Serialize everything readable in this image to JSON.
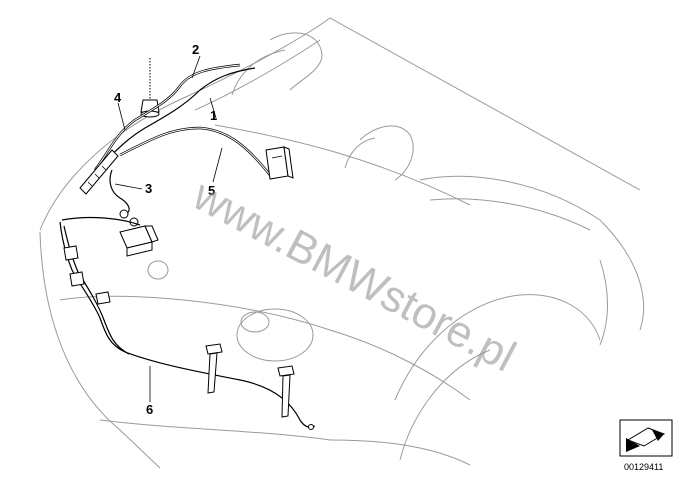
{
  "diagram": {
    "callouts": [
      {
        "id": "label-1",
        "text": "1"
      },
      {
        "id": "label-2",
        "text": "2"
      },
      {
        "id": "label-3",
        "text": "3"
      },
      {
        "id": "label-4",
        "text": "4"
      },
      {
        "id": "label-5",
        "text": "5"
      },
      {
        "id": "label-6",
        "text": "6"
      }
    ],
    "watermark": "www.BMWstore.pl",
    "diagram_id": "00129411",
    "icon": "view-direction-arrow-icon"
  },
  "colors": {
    "line_art": "#000000",
    "body_outline": "#9a9a9a",
    "watermark": "#8a8a8a",
    "background": "#ffffff"
  }
}
